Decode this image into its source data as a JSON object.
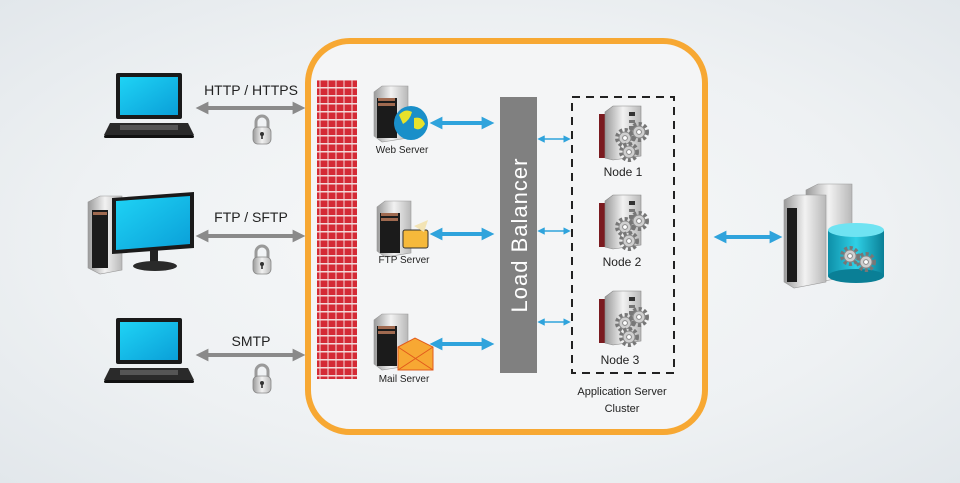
{
  "clients": [
    {
      "type": "laptop",
      "protocol": "HTTP / HTTPS"
    },
    {
      "type": "desktop",
      "protocol": "FTP / SFTP"
    },
    {
      "type": "laptop",
      "protocol": "SMTP"
    }
  ],
  "servers": [
    {
      "label": "Web Server",
      "badge": "globe-icon"
    },
    {
      "label": "FTP Server",
      "badge": "folder-icon"
    },
    {
      "label": "Mail Server",
      "badge": "envelope-icon"
    }
  ],
  "load_balancer": {
    "label": "Load Balancer"
  },
  "cluster": {
    "title_line1": "Application Server",
    "title_line2": "Cluster",
    "nodes": [
      {
        "label": "Node 1"
      },
      {
        "label": "Node 2"
      },
      {
        "label": "Node 3"
      }
    ]
  },
  "colors": {
    "frame": "#f7a833",
    "firewall": "#d42a35",
    "arrow": "#2fa3dc",
    "load_balancer": "#808080",
    "link": "#8a8a8a"
  }
}
